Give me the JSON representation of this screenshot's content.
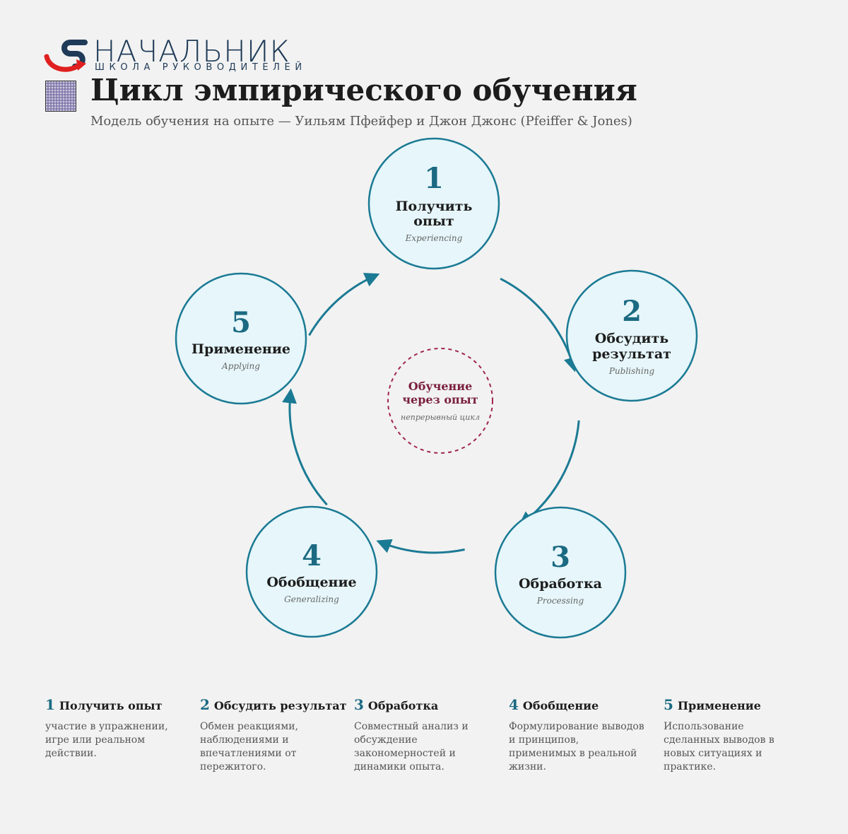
{
  "logo": {
    "brand": "НАЧАЛЬНИК",
    "tagline": "ШКОЛА РУКОВОДИТЕЛЕЙ"
  },
  "header": {
    "title": "Цикл эмпирического обучения",
    "subtitle": "Модель обучения на опыте — Уильям Пфейфер и Джон Джонс (Pfeiffer & Jones)"
  },
  "colors": {
    "accent": "#1b6a82",
    "circle_fill": "#e6f6fa",
    "circle_stroke": "#1b7a94",
    "center": "#7a1e3e",
    "logo_red": "#e02020",
    "logo_blue": "#1f3b57"
  },
  "center": {
    "title_line1": "Обучение",
    "title_line2": "через опыт",
    "sub": "непрерывный цикл"
  },
  "stages": [
    {
      "num": "1",
      "title_lines": [
        "Получить",
        "опыт"
      ],
      "en": "Experiencing"
    },
    {
      "num": "2",
      "title_lines": [
        "Обсудить",
        "результат"
      ],
      "en": "Publishing"
    },
    {
      "num": "3",
      "title_lines": [
        "Обработка"
      ],
      "en": "Processing"
    },
    {
      "num": "4",
      "title_lines": [
        "Обобщение"
      ],
      "en": "Generalizing"
    },
    {
      "num": "5",
      "title_lines": [
        "Применение"
      ],
      "en": "Applying"
    }
  ],
  "legend": [
    {
      "num": "1",
      "title": "Получить опыт",
      "text": "участие в упражнении, игре или реальном действии."
    },
    {
      "num": "2",
      "title": "Обсудить результат",
      "text": "Обмен реакциями, наблюдениями и впечатлениями от пережитого."
    },
    {
      "num": "3",
      "title": "Обработка",
      "text": "Совместный анализ и обсуждение закономерностей и динамики опыта."
    },
    {
      "num": "4",
      "title": "Обобщение",
      "text": "Формулирование выводов и принципов, применимых в реальной жизни."
    },
    {
      "num": "5",
      "title": "Применение",
      "text": "Использование сделанных выводов в новых ситуациях и практике."
    }
  ]
}
